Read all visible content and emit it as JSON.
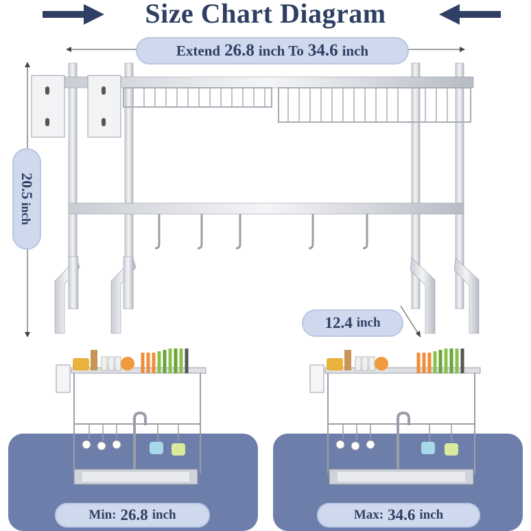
{
  "title": "Size Chart Diagram",
  "width_label": {
    "prefix": "Extend",
    "min": "26.8",
    "mid": "inch To",
    "max": "34.6",
    "unit": "inch"
  },
  "height_label": {
    "value": "20.5",
    "unit": "inch"
  },
  "depth_label": {
    "value": "12.4",
    "unit": "inch"
  },
  "min_label": {
    "prefix": "Min:",
    "value": "26.8",
    "unit": "inch"
  },
  "max_label": {
    "prefix": "Max:",
    "value": "34.6",
    "unit": "inch"
  },
  "colors": {
    "title_text": "#2e3f63",
    "pill_fill": "#cfd9ee",
    "panel_fill": "#6d7eaa",
    "arrow_fill": "#2e3f63",
    "rack_metal": "#d9dbe0",
    "rack_edge": "#9a9ea8"
  },
  "icons": [
    "arrow-right-icon",
    "arrow-left-icon",
    "dish-rack-illustration",
    "kitchen-sink-illustration"
  ]
}
